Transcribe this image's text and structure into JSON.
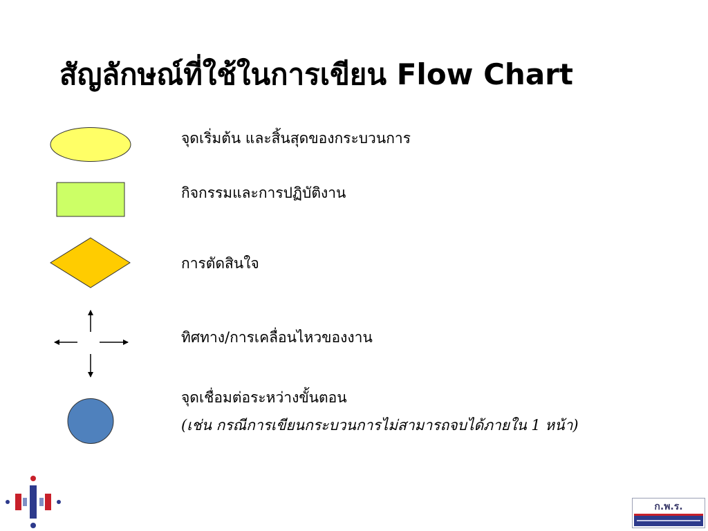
{
  "slide": {
    "title": "สัญลักษณ์ที่ใช้ในการเขียน Flow Chart"
  },
  "symbols": [
    {
      "shape": "ellipse-icon",
      "fill": "#FFFF66",
      "label": "จุดเริ่มต้น และสิ้นสุดของกระบวนการ"
    },
    {
      "shape": "rectangle-icon",
      "fill": "#CCFF66",
      "label": "กิจกรรมและการปฏิบัติงาน"
    },
    {
      "shape": "diamond-icon",
      "fill": "#FFCC00",
      "label": "การตัดสินใจ"
    },
    {
      "shape": "arrows-icon",
      "fill": "#000000",
      "label": "ทิศทาง/การเคลื่อนไหวของงาน"
    },
    {
      "shape": "circle-icon",
      "fill": "#4F81BD",
      "label": "จุดเชื่อมต่อระหว่างขั้นตอน",
      "note": "(เช่น กรณีการเขียนกระบวนการไม่สามารถจบได้ภายใน 1 หน้า)"
    }
  ],
  "logos": {
    "right_text": "ก.พ.ร."
  },
  "colors": {
    "outline": "#333333",
    "logo_red": "#C8202A",
    "logo_blue": "#2D3A8C"
  }
}
